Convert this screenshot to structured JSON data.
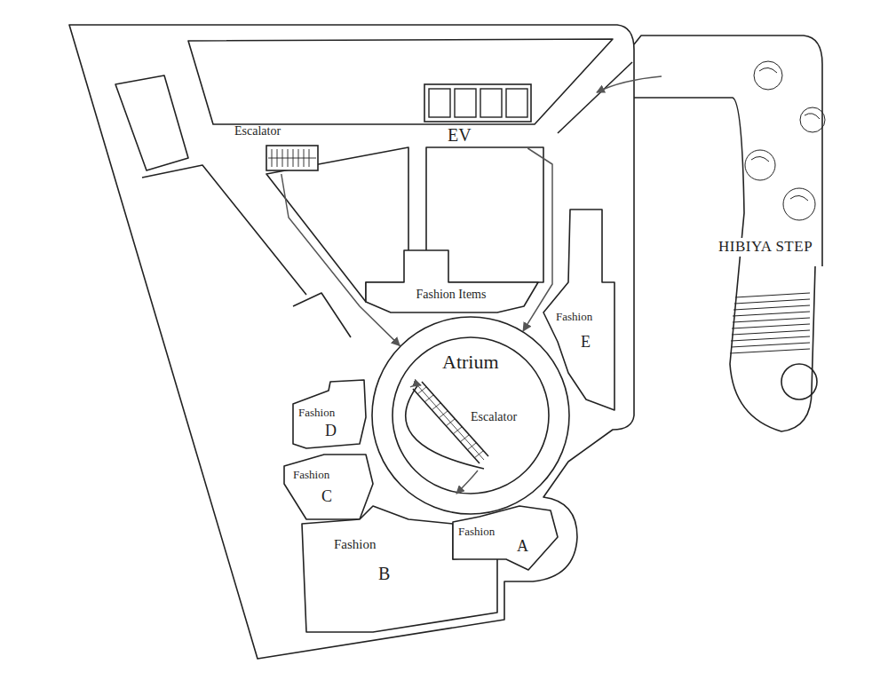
{
  "diagram": {
    "nodes": [
      {
        "text": [
          "Escalator"
        ]
      },
      {
        "text": [
          "EV"
        ]
      },
      {
        "text": [
          "Fashion Items"
        ]
      },
      {
        "text": [
          "Atrium"
        ]
      },
      {
        "text": [
          "Fashion",
          "E"
        ]
      },
      {
        "text": [
          "Fashion",
          "D"
        ]
      },
      {
        "text": [
          "Fashion",
          "C"
        ]
      },
      {
        "text": [
          "Fashion",
          "B"
        ]
      },
      {
        "text": [
          "Fashion",
          "A"
        ]
      }
    ],
    "edges": [
      {
        "from": 0,
        "to": 3,
        "arrow": "to"
      },
      {
        "from": 1,
        "to": 3,
        "arrow": "to"
      }
    ],
    "labels": [
      "Escalator",
      "HIBIYA STEP"
    ]
  }
}
